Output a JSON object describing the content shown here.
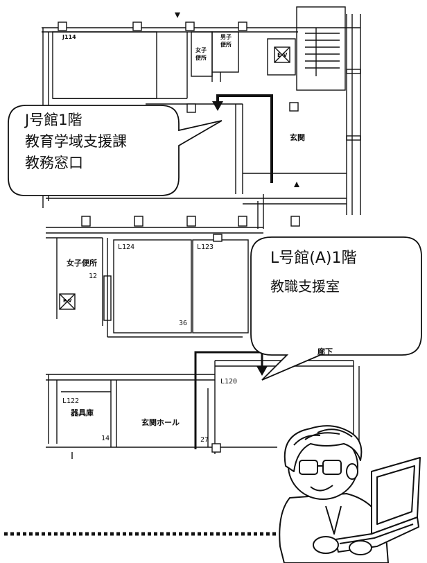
{
  "building_j": {
    "room_j114": "J114",
    "womens_restroom": "女子\n便所",
    "mens_restroom": "男子\n便所",
    "elevator": "E-V",
    "entrance": "玄関"
  },
  "callout_j": {
    "lines": [
      "J号館1階",
      "教育学域支援課",
      "教務窓口"
    ]
  },
  "building_l": {
    "womens_restroom": "女子便所",
    "restroom_number": "12",
    "elevator": "E-V",
    "room_l124": "L124",
    "room_l123": "L123",
    "room_l124_number": "36",
    "corridor": "廊下",
    "room_l120": "L120",
    "room_l122": "L122",
    "storage": "器具庫",
    "room_l122_number": "14",
    "entrance_hall": "玄関ホール",
    "hall_number": "27"
  },
  "callout_l": {
    "lines": [
      "L号館(A)1階",
      "教職支援室"
    ]
  },
  "colors": {
    "line": "#111111",
    "route": "#111111",
    "paper": "#ffffff"
  }
}
